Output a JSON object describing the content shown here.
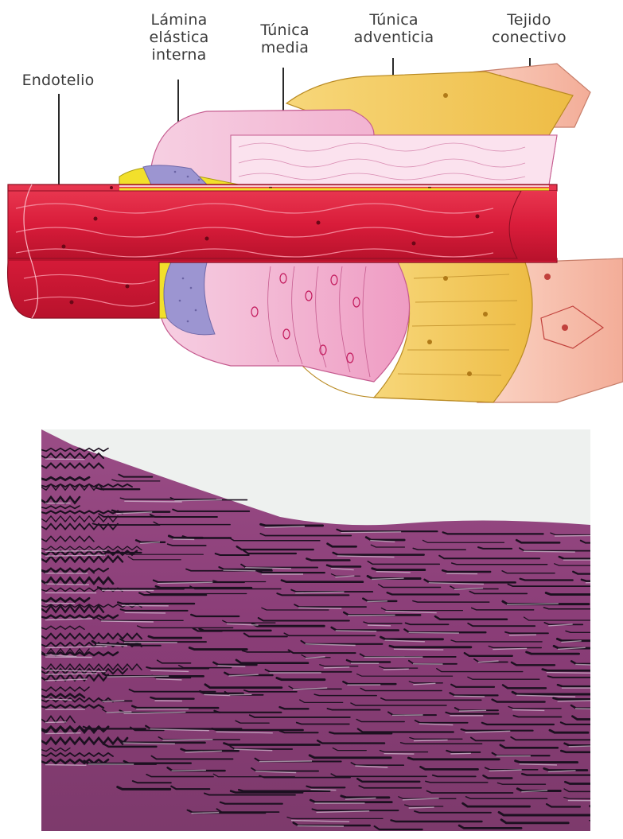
{
  "figure": {
    "labels": {
      "endotelio": "Endotelio",
      "lamina": "Lámina\nelástica\ninterna",
      "media": "Túnica\nmedia",
      "adventicia": "Túnica\nadventicia",
      "conectivo": "Tejido\nconectivo"
    },
    "colors": {
      "endothelium": "#d9203e",
      "elastic_lamina": "#f2e02b",
      "lamina_purple": "#8d86c9",
      "media": "#e98bb7",
      "media_light": "#f4c5dc",
      "adventitia": "#f1c453",
      "connective": "#f6b5a0",
      "histology": "#8a3b76"
    }
  }
}
